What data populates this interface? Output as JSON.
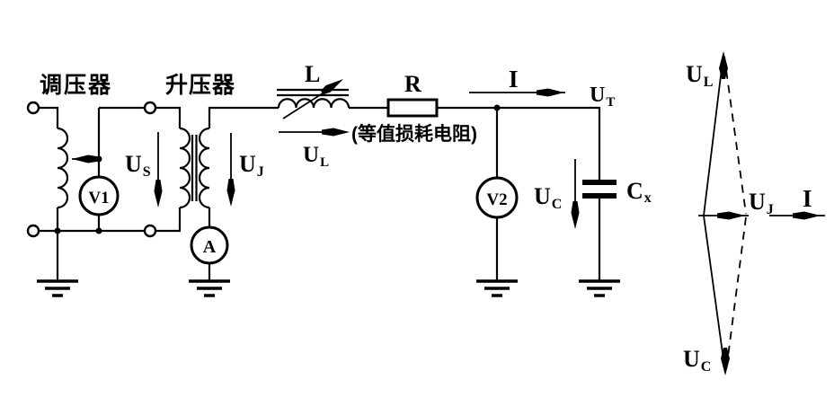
{
  "circuit": {
    "regulator_label": "调压器",
    "booster_label": "升压器",
    "inductor_label": "L",
    "resistor_label": "R",
    "resistor_note": "(等值损耗电阻)",
    "current_label": "I",
    "meters": {
      "v1": "V1",
      "ammeter": "A",
      "v2": "V2"
    },
    "voltages": {
      "us": {
        "base": "U",
        "sub": "S"
      },
      "uj": {
        "base": "U",
        "sub": "J"
      },
      "ul": {
        "base": "U",
        "sub": "L"
      },
      "ut": {
        "base": "U",
        "sub": "T"
      },
      "uc": {
        "base": "U",
        "sub": "C"
      }
    },
    "capacitor_label": {
      "base": "C",
      "sub": "x"
    }
  },
  "phasor": {
    "ul": {
      "base": "U",
      "sub": "L"
    },
    "uj": {
      "base": "U",
      "sub": "J"
    },
    "uc": {
      "base": "U",
      "sub": "C"
    },
    "current_label": "I"
  },
  "colors": {
    "ink": "#000000",
    "background": "#ffffff"
  }
}
